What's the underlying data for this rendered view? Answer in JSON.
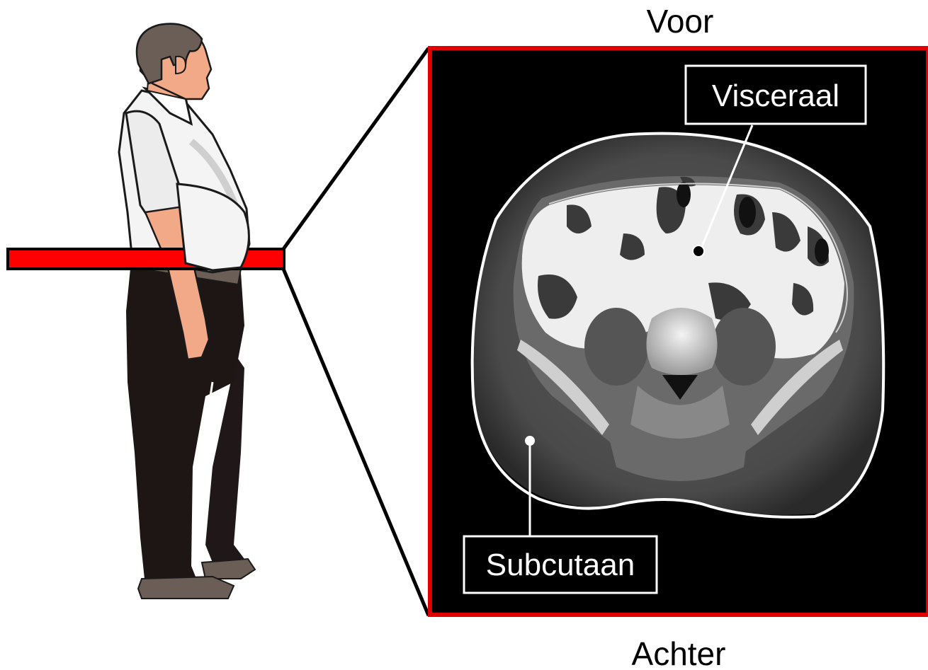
{
  "labels": {
    "front": "Voor",
    "back": "Achter",
    "visceral": "Visceraal",
    "subcutaneous": "Subcutaan"
  },
  "colors": {
    "slice_plane": "#ff0000",
    "frame_border": "#e00000",
    "scan_background": "#000000",
    "outline": "#ffffff",
    "fat_tissue": "#f2f2f2",
    "soft_tissue": "#555555"
  }
}
